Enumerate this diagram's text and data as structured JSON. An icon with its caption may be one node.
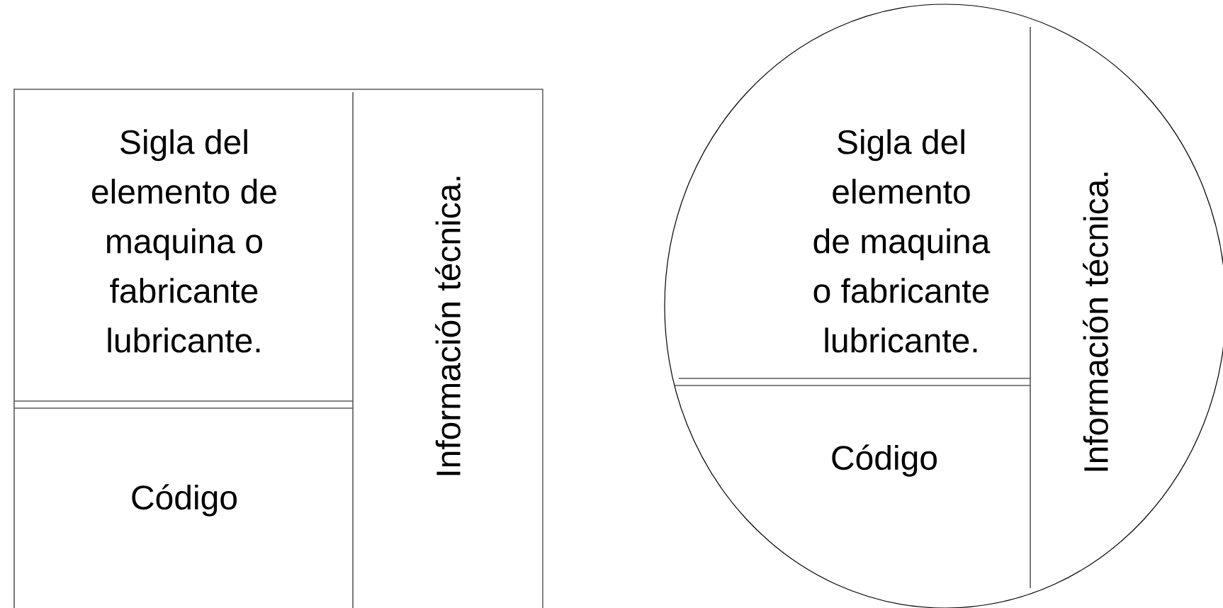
{
  "diagram": {
    "nodes": [
      {
        "text": [],
        "shape": "box"
      },
      {
        "text": [
          "Sigla del elemento de maquina o fabricante lubricante."
        ],
        "in": 0
      },
      {
        "text": [
          "Código"
        ],
        "in": 0
      },
      {
        "text": [
          "Información técnica."
        ],
        "in": 0
      },
      {
        "text": [],
        "shape": "circle"
      },
      {
        "text": [
          "Sigla del elemento de maquina o fabricante lubricante."
        ],
        "in": 4
      },
      {
        "text": [
          "Código"
        ],
        "in": 4
      },
      {
        "text": [
          "Información técnica."
        ],
        "in": 4
      }
    ]
  }
}
